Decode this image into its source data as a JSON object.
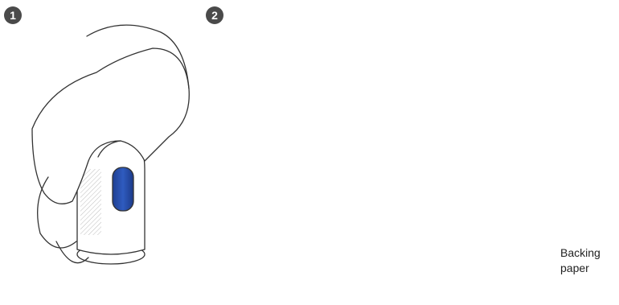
{
  "steps": [
    {
      "number": "1"
    },
    {
      "number": "2"
    }
  ],
  "callout": {
    "line1": "Backing",
    "line2": "paper"
  },
  "colors": {
    "correct": "#1aa3dc",
    "wrong": "#e8161b",
    "arrow": "#1a9fd8",
    "device_window": "#2a4fa8",
    "outline": "#333333"
  },
  "icons": {
    "correct_mark": "circle-o-icon",
    "wrong_mark": "x-icon",
    "next_step": "play-triangle-icon",
    "lift_arrow": "arrow-up-icon"
  }
}
